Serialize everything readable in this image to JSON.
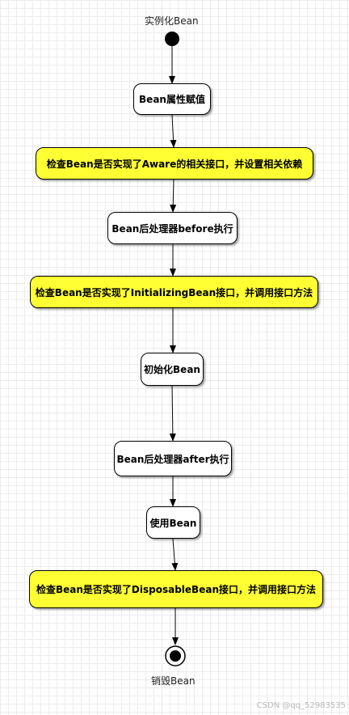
{
  "start_label": "实例化Bean",
  "end_label": "销毁Bean",
  "steps": [
    "Bean属性赋值",
    "检查Bean是否实现了Aware的相关接口，并设置相关依赖",
    "Bean后处理器before执行",
    "检查Bean是否实现了InitializingBean接口，并调用接口方法",
    "初始化Bean",
    "Bean后处理器after执行",
    "使用Bean",
    "检查Bean是否实现了DisposableBean接口，并调用接口方法"
  ],
  "watermark": "CSDN @qq_52983535"
}
